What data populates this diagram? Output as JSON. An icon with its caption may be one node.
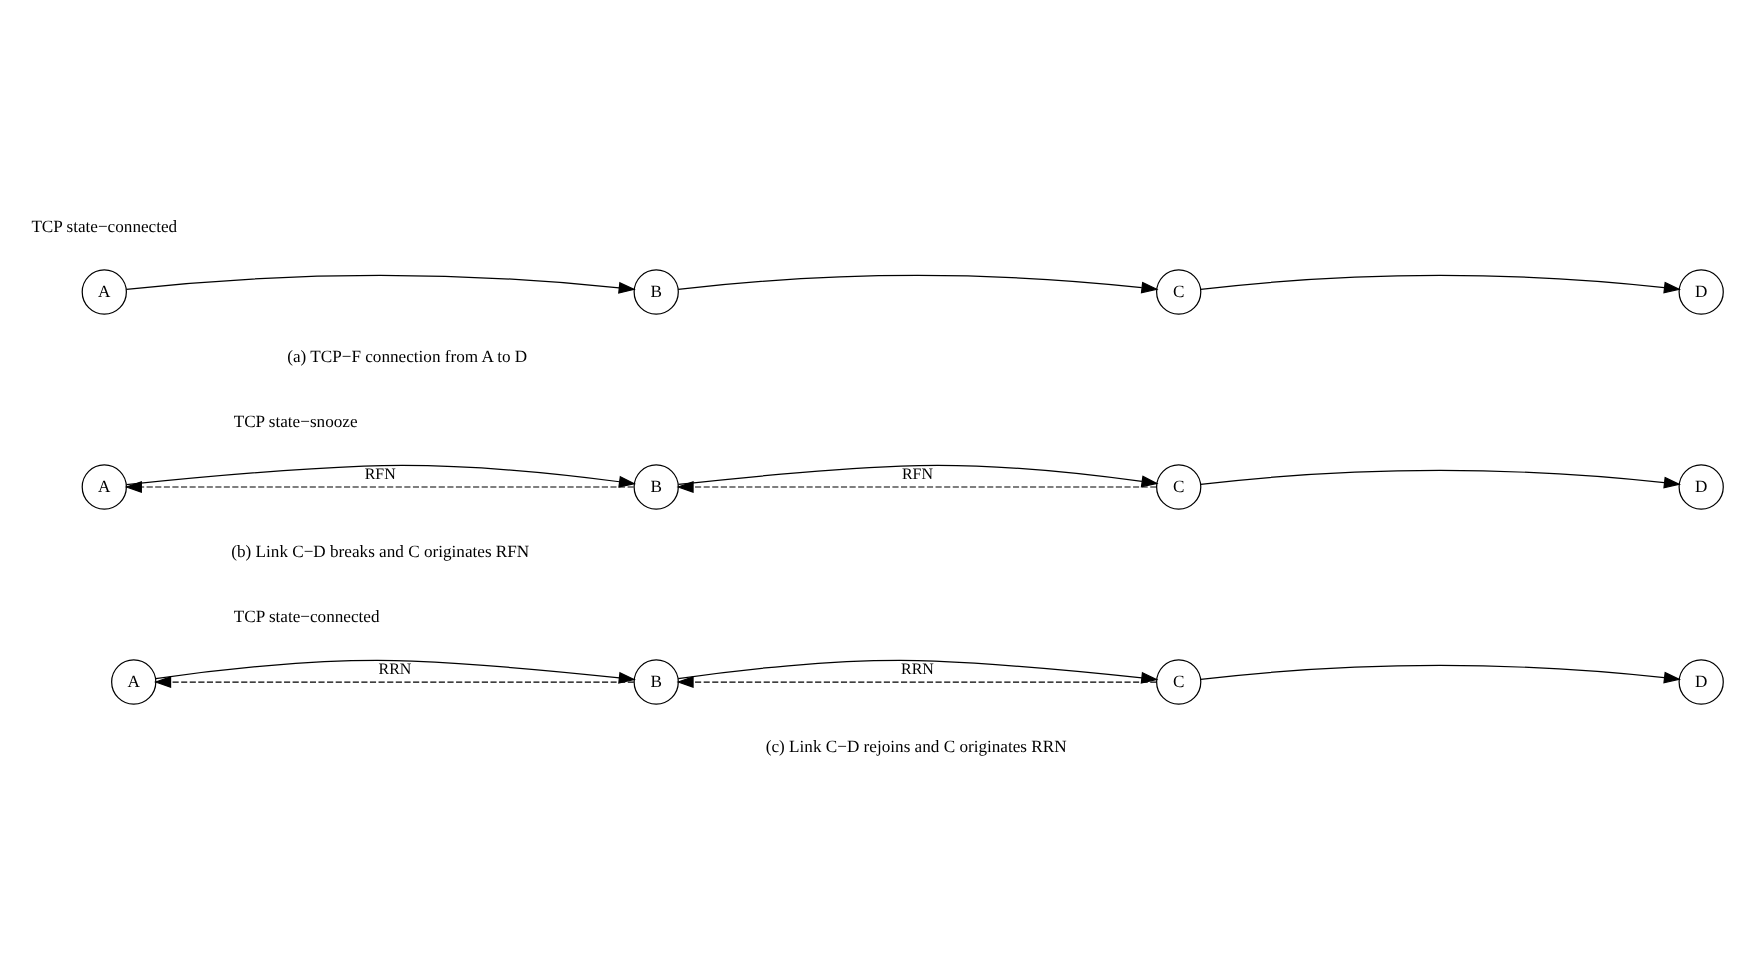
{
  "diagram": {
    "nodes": [
      {
        "text": [
          "A"
        ]
      },
      {
        "text": [
          "B"
        ]
      },
      {
        "text": [
          "C"
        ]
      },
      {
        "text": [
          "D"
        ]
      },
      {
        "text": [
          "A"
        ]
      },
      {
        "text": [
          "B"
        ]
      },
      {
        "text": [
          "C"
        ]
      },
      {
        "text": [
          "D"
        ]
      },
      {
        "text": [
          "A"
        ]
      },
      {
        "text": [
          "B"
        ]
      },
      {
        "text": [
          "C"
        ]
      },
      {
        "text": [
          "D"
        ]
      }
    ],
    "edges": [
      {
        "from": 0,
        "to": 1,
        "arrow": "to"
      },
      {
        "from": 1,
        "to": 2,
        "arrow": "to"
      },
      {
        "from": 2,
        "to": 3,
        "arrow": "to"
      },
      {
        "from": 4,
        "to": 5,
        "arrow": "to"
      },
      {
        "from": 5,
        "to": 4,
        "arrow": "to",
        "style": "dashed",
        "label": "RFN"
      },
      {
        "from": 5,
        "to": 6,
        "arrow": "to"
      },
      {
        "from": 6,
        "to": 5,
        "arrow": "to",
        "style": "dashed",
        "label": "RFN"
      },
      {
        "from": 6,
        "to": 7,
        "arrow": "to"
      },
      {
        "from": 8,
        "to": 9,
        "arrow": "to"
      },
      {
        "from": 9,
        "to": 8,
        "arrow": "to",
        "style": "dashed",
        "label": "RRN"
      },
      {
        "from": 9,
        "to": 10,
        "arrow": "to"
      },
      {
        "from": 10,
        "to": 9,
        "arrow": "to",
        "style": "dashed",
        "label": "RRN"
      },
      {
        "from": 10,
        "to": 11,
        "arrow": "to"
      }
    ],
    "labels": [
      "TCP state−connected",
      "(a) TCP−F connection from A to D",
      "TCP state−snooze",
      "(b) Link C−D breaks and C originates RFN",
      "TCP state−connected",
      "(c) Link C−D rejoins and C originates RRN"
    ]
  }
}
